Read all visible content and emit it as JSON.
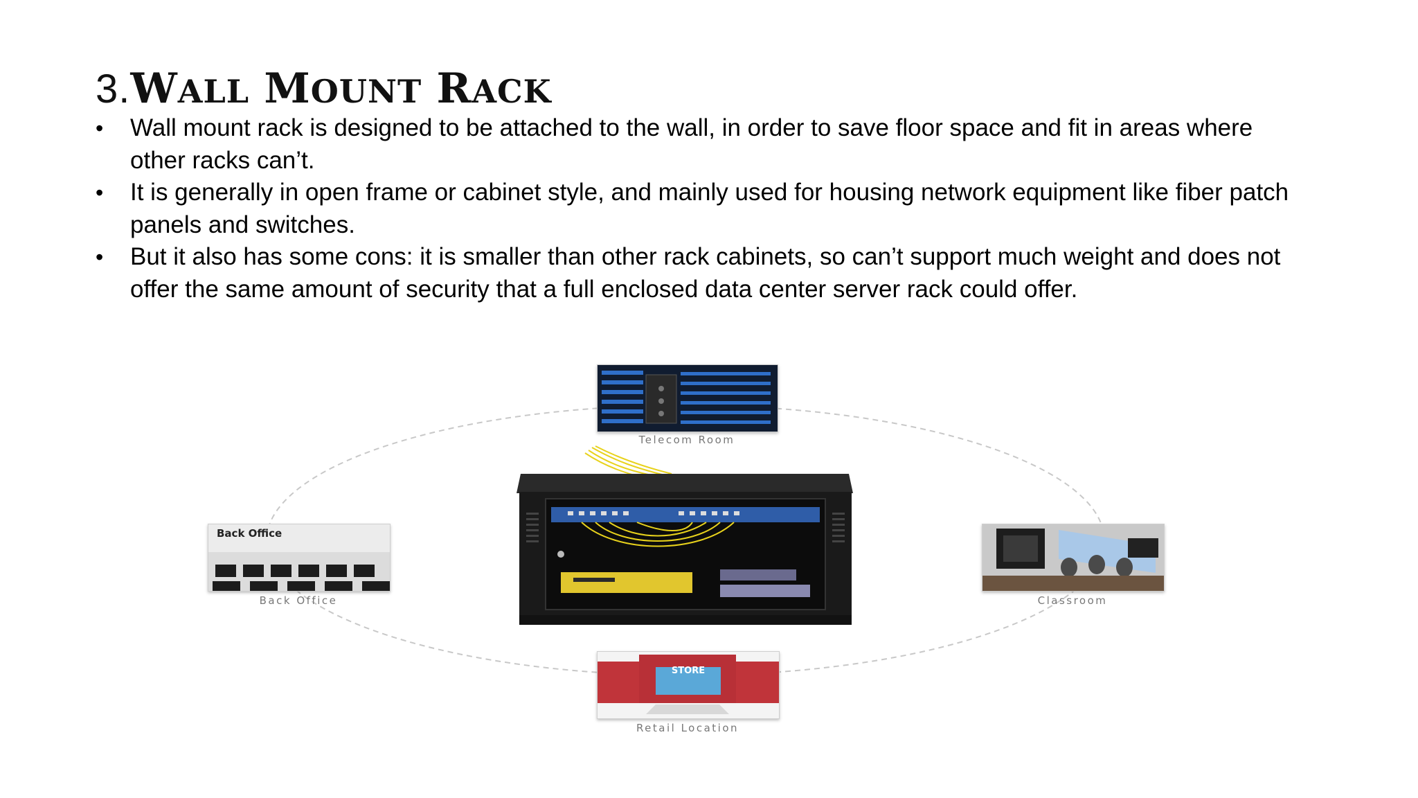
{
  "slide": {
    "title_number": "3.",
    "title_word1_initial": "W",
    "title_word1_rest": "ALL",
    "title_word2_initial": "M",
    "title_word2_rest": "OUNT",
    "title_word3_initial": "R",
    "title_word3_rest": "ACK",
    "bullets": [
      "Wall mount rack is designed to be attached to the wall, in order to save floor space and fit in areas where other racks can’t.",
      " It is generally in open frame or cabinet style, and mainly used for housing network equipment like fiber patch panels and switches.",
      "But it also has some cons: it is smaller than other rack cabinets, so can’t support much weight and does not offer the same amount of security that a full enclosed data center server rack could offer."
    ]
  },
  "diagram": {
    "locations": {
      "telecom_room": "Telecom Room",
      "back_office": "Back Office",
      "classroom": "Classroom",
      "retail_location": "Retail Location"
    },
    "back_office_photo_label": "Back Office",
    "store_sign_text": "STORE",
    "colors": {
      "rack_body": "#1a1a1a",
      "fiber_yellow": "#e8d21c",
      "network_blue": "#2f6fc9",
      "store_red": "#c0343a",
      "dashed_ring": "#c8c8c8"
    }
  }
}
